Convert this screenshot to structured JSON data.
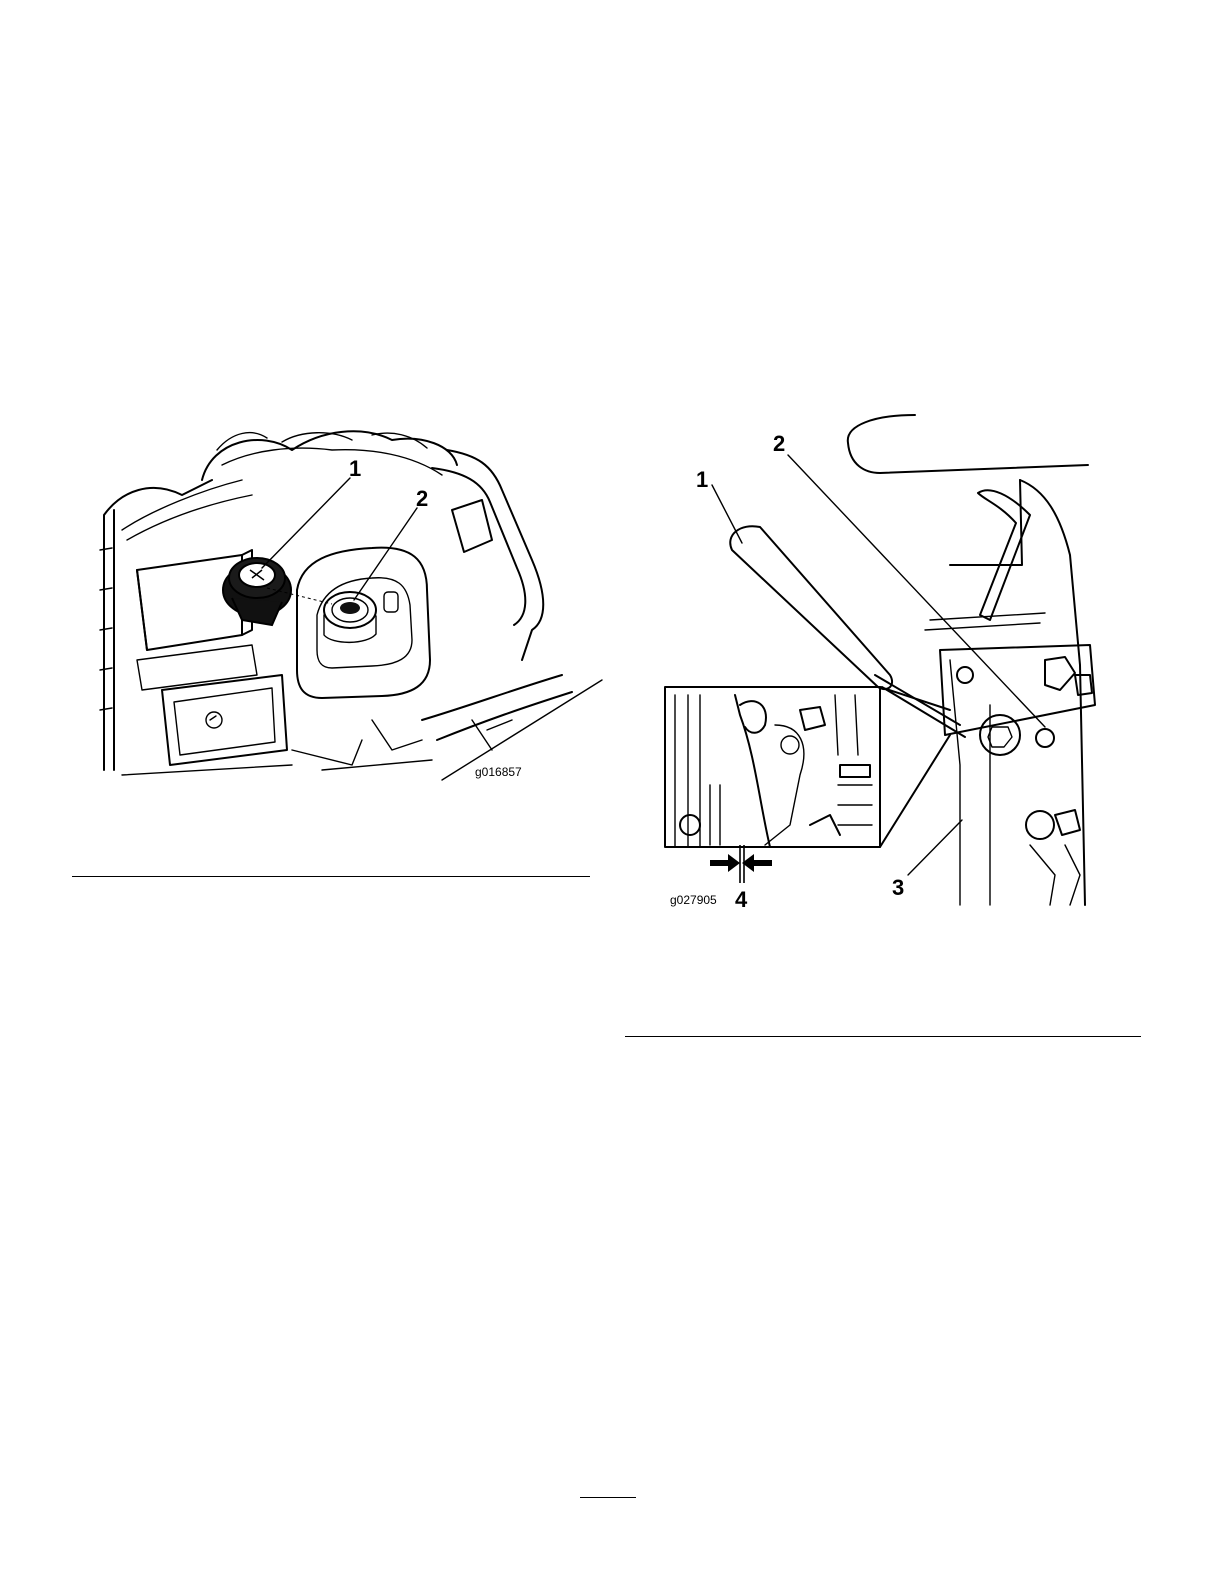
{
  "figure_left": {
    "code": "g016857",
    "callouts": [
      "1",
      "2"
    ]
  },
  "figure_right": {
    "code": "g027905",
    "callouts": [
      "1",
      "2",
      "3",
      "4"
    ]
  }
}
